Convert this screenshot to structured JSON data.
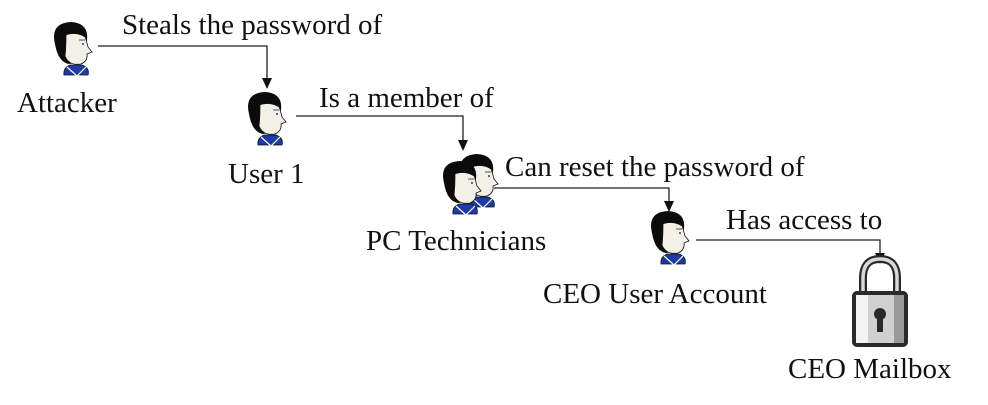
{
  "nodes": {
    "attacker": {
      "label": "Attacker",
      "icon": "person-icon"
    },
    "user1": {
      "label": "User 1",
      "icon": "person-icon"
    },
    "pc_technicians": {
      "label": "PC Technicians",
      "icon": "group-icon"
    },
    "ceo_user_account": {
      "label": "CEO User Account",
      "icon": "person-icon"
    },
    "ceo_mailbox": {
      "label": "CEO Mailbox",
      "icon": "padlock-icon"
    }
  },
  "edges": {
    "e1": {
      "label": "Steals the password of",
      "from": "Attacker",
      "to": "User 1"
    },
    "e2": {
      "label": "Is a member of",
      "from": "User 1",
      "to": "PC Technicians"
    },
    "e3": {
      "label": "Can reset the password of",
      "from": "PC Technicians",
      "to": "CEO User Account"
    },
    "e4": {
      "label": "Has access to",
      "from": "CEO User Account",
      "to": "CEO Mailbox"
    }
  },
  "colors": {
    "hair": "#0b0b0b",
    "skin": "#f3f0e8",
    "shirt": "#1c3aa8",
    "lock_body": "#d0d0d0",
    "lock_dark": "#2a2a2a"
  }
}
